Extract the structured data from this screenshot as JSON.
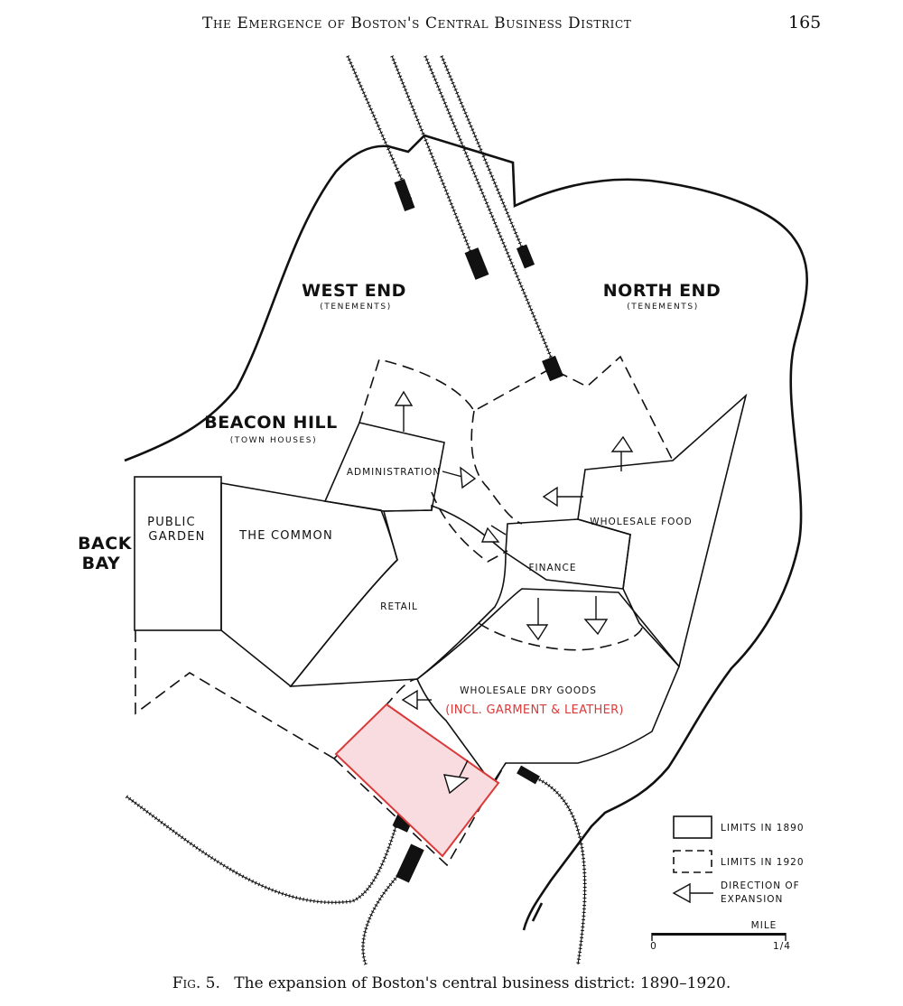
{
  "header": {
    "running_title": "The Emergence of Boston's Central Business District",
    "page_number": "165"
  },
  "map": {
    "districts": {
      "west_end": "WEST END",
      "west_end_sub": "(TENEMENTS)",
      "north_end": "NORTH END",
      "north_end_sub": "(TENEMENTS)",
      "beacon_hill": "BEACON HILL",
      "beacon_hill_sub": "(TOWN HOUSES)",
      "back": "BACK",
      "bay": "BAY",
      "public": "PUBLIC",
      "garden": "GARDEN",
      "common": "THE COMMON",
      "administration": "ADMINISTRATION",
      "wholesale_food": "WHOLESALE FOOD",
      "finance": "FINANCE",
      "retail": "RETAIL",
      "wholesale_dry_goods": "WHOLESALE DRY GOODS",
      "annotation": "(INCL. GARMENT & LEATHER)"
    },
    "highlight_color": "#f9dcdf",
    "highlight_border": "#d93a3a"
  },
  "legend": {
    "limits_1890": "LIMITS IN 1890",
    "limits_1920": "LIMITS IN 1920",
    "direction_line1": "DIRECTION OF",
    "direction_line2": "EXPANSION"
  },
  "scale": {
    "unit": "MILE",
    "start": "0",
    "end": "1/4"
  },
  "caption": {
    "fig": "Fig. 5.",
    "text": "The expansion of Boston's central business district: 1890–1920."
  }
}
